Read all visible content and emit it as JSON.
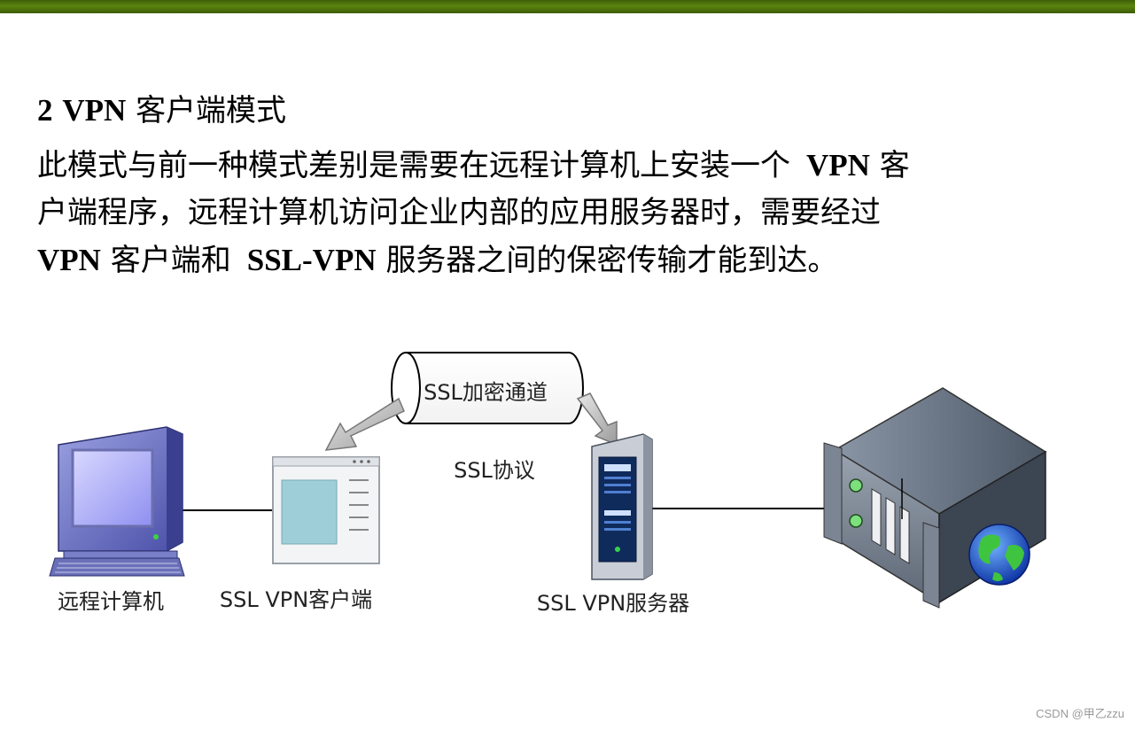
{
  "heading": {
    "number": "2",
    "vpn": "VPN",
    "text": "客户端模式"
  },
  "paragraph": {
    "l1_a": "此模式与前一种模式差别是需要在远程计算机上安装一个",
    "l1_vpn": "VPN",
    "l1_b": "客",
    "l2": "户端程序，远程计算机访问企业内部的应用服务器时，需要经过",
    "l3_vpn": "VPN",
    "l3_a": "客户端和",
    "l3_ssl": "SSL-VPN",
    "l3_b": "服务器之间的保密传输才能到达。"
  },
  "diagram": {
    "tunnel_label": "SSL加密通道",
    "protocol_label": "SSL协议",
    "remote_computer_label": "远程计算机",
    "client_label": "SSL VPN客户端",
    "server_label": "SSL VPN服务器"
  },
  "watermark": "CSDN @甲乙zzu",
  "colors": {
    "topbar": "#4f7a0c"
  }
}
